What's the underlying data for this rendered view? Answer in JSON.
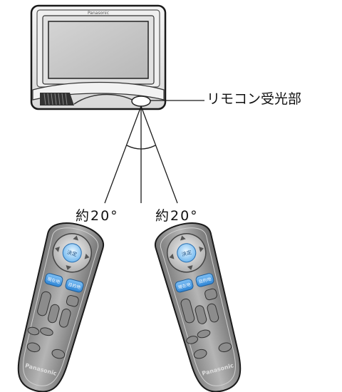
{
  "receiver_label": "リモコン受光部",
  "angle_left": "約20°",
  "angle_right": "約20°",
  "device_brand": "Panasonic",
  "remote_left": {
    "center_button": "決定",
    "button_a": "現在地",
    "button_b": "目的地",
    "brand": "Panasonic"
  },
  "remote_right": {
    "center_button": "決定",
    "button_a": "現在地",
    "button_b": "目的地",
    "brand": "Panasonic"
  },
  "colors": {
    "line": "#1a1a1a",
    "device_body": "#e8e8e8",
    "screen": "#c9c9c9",
    "remote_body": "#9a9a9a",
    "button_blue": "#3a8fd8"
  }
}
